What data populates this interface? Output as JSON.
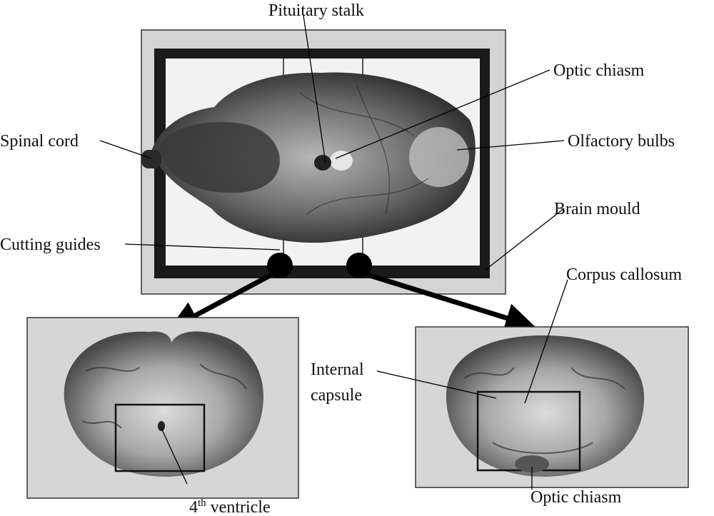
{
  "labels": {
    "pituitary_stalk": "Pituitary stalk",
    "optic_chiasm_top": "Optic chiasm",
    "spinal_cord": "Spinal cord",
    "olfactory_bulbs": "Olfactory bulbs",
    "brain_mould": "Brain mould",
    "cutting_guides": "Cutting guides",
    "corpus_callosum": "Corpus callosum",
    "internal_capsule_line1": "Internal",
    "internal_capsule_line2": "capsule",
    "ventricle_base": "4",
    "ventricle_sup": "th",
    "ventricle_rest": " ventricle",
    "optic_chiasm_bottom": "Optic chiasm"
  }
}
